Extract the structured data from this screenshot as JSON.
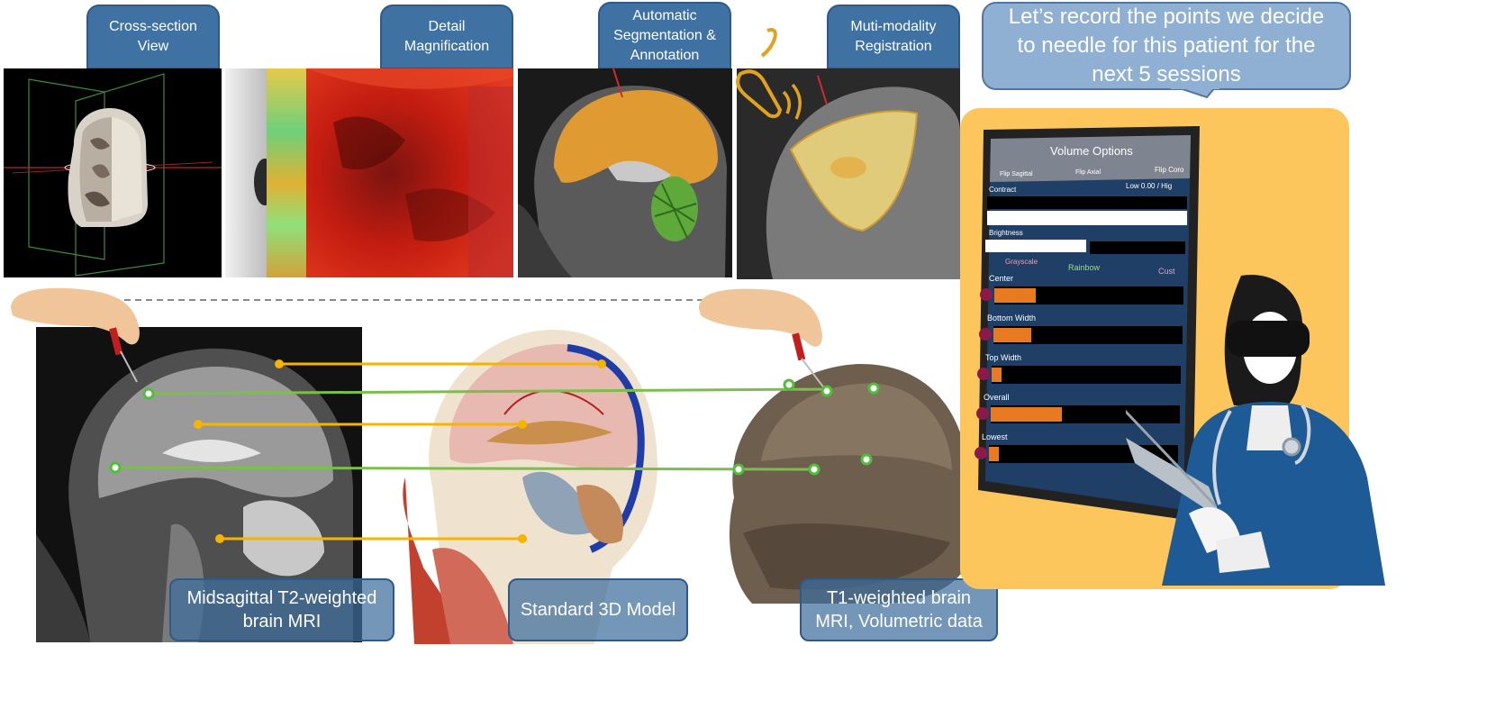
{
  "tabs": [
    {
      "label": "Cross-section\nView"
    },
    {
      "label": "Detail\nMagnification"
    },
    {
      "label": "Automatic\nSegmentation &\nAnnotation"
    },
    {
      "label": "Muti-modality\nRegistration"
    }
  ],
  "speech_bubble": "Let’s record the points we decide\nto needle for this patient for the\nnext 5 sessions",
  "captions": {
    "mri_t2": "Midsagittal T2-weighted\nbrain MRI",
    "model_3d": "Standard 3D Model",
    "mri_t1": "T1-weighted brain\nMRI, Volumetric data"
  },
  "tablet": {
    "title": "Volume Options",
    "flip_sagittal": "Flip Sagittal",
    "flip_axial": "Flip Axial",
    "flip_coronal": "Flip Coro",
    "contrast": "Contract",
    "low_high": "Low 0.00 / Hig",
    "brightness": "Brightness",
    "grayscale": "Grayscale",
    "rainbow": "Rainbow",
    "custom": "Cust",
    "sliders": [
      {
        "label": "Center",
        "level": 0.22
      },
      {
        "label": "Bottom Width",
        "level": 0.2
      },
      {
        "label": "Top Width",
        "level": 0.05
      },
      {
        "label": "Overall",
        "level": 0.38
      },
      {
        "label": "Lowest",
        "level": 0.05
      }
    ]
  },
  "colors": {
    "tab_fill": "#3f72a3",
    "speech_fill": "#8fb0d2",
    "orange_link": "#f5b400",
    "green_link": "#7bbf4a",
    "tablet_bg": "#fcc65c",
    "doctor_coat": "#1d5a96"
  }
}
